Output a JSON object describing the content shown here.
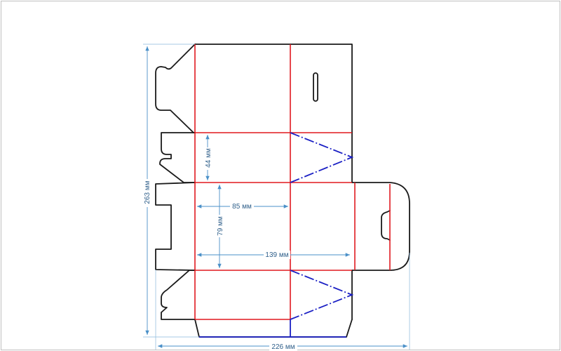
{
  "dimensions": {
    "total_height": "263 мм",
    "side_height": "44 мм",
    "panel_width": "85 мм",
    "panel_height": "79 мм",
    "inner_width": "139 мм",
    "total_width": "226 мм"
  },
  "colors": {
    "cut_line": "#1a1a1a",
    "crease_line": "#e0191f",
    "perforation_line": "#1a1fc4",
    "dimension_line": "#4a90c8"
  }
}
